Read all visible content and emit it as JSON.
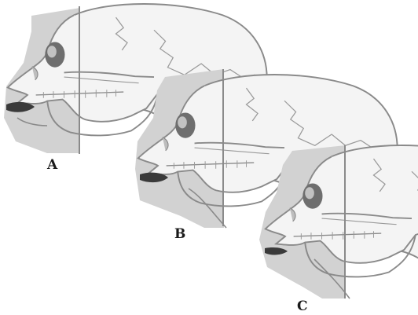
{
  "figure": {
    "panels": [
      {
        "id": "A",
        "label": "A"
      },
      {
        "id": "B",
        "label": "B"
      },
      {
        "id": "C",
        "label": "C"
      }
    ],
    "colors": {
      "background": "#ffffff",
      "skull_outline": "#8a8a8a",
      "skull_fill": "#f4f4f4",
      "face_panel_fill": "#d2d2d2",
      "bone_shading": "#bdbdbd",
      "mouth_dark": "#3a3a3a",
      "orbit_dark": "#6e6e6e"
    }
  }
}
